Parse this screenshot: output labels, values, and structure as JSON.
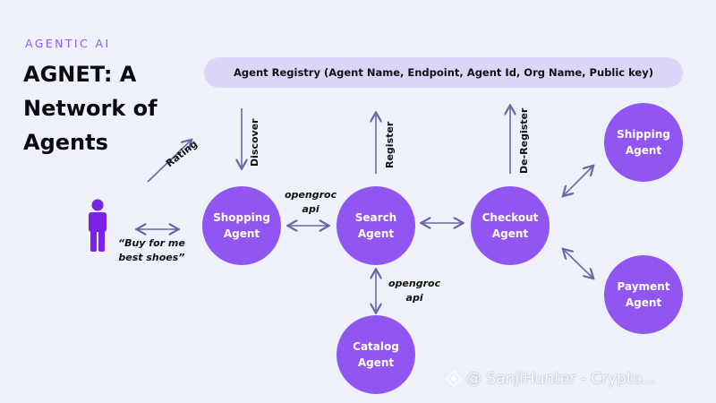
{
  "header": {
    "eyebrow": "AGENTIC AI",
    "title": "AGNET: A Network of Agents"
  },
  "registry": {
    "label": "Agent Registry (Agent Name, Endpoint, Agent Id, Org Name, Public key)"
  },
  "nodes": {
    "shopping": "Shopping Agent",
    "search": "Search Agent",
    "checkout": "Checkout Agent",
    "catalog": "Catalog Agent",
    "shipping": "Shipping Agent",
    "payment": "Payment Agent"
  },
  "edge_labels": {
    "rating": "Rating",
    "discover": "Discover",
    "register": "Register",
    "deregister": "De-Register",
    "api_top_line1": "opengroc",
    "api_top_line2": "api",
    "api_bottom_line1": "opengroc",
    "api_bottom_line2": "api",
    "user_quote_line1": "“Buy for me",
    "user_quote_line2": "best shoes”"
  },
  "watermark": {
    "text": "@ SanjiHunter - Crypto..."
  },
  "colors": {
    "accent": "#9156f1",
    "registry_bg": "#ddd5f8",
    "arrow": "#6b67a3",
    "background": "#eef1f9",
    "user": "#7a22e8"
  }
}
